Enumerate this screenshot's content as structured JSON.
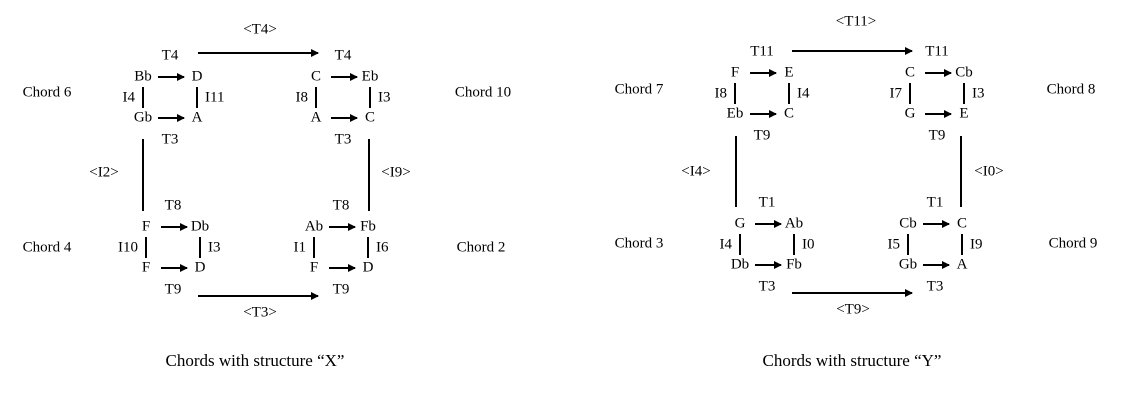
{
  "panels": [
    {
      "caption": "Chords with structure “X”",
      "chords": [
        {
          "name": "Chord 6",
          "tl": "Bb",
          "tr": "D",
          "bl": "Gb",
          "br": "A",
          "top": "T4",
          "bottom": "T3",
          "left": "I4",
          "right": "I11"
        },
        {
          "name": "Chord 10",
          "tl": "C",
          "tr": "Eb",
          "bl": "A",
          "br": "C",
          "top": "T4",
          "bottom": "T3",
          "left": "I8",
          "right": "I3"
        },
        {
          "name": "Chord 4",
          "tl": "F",
          "tr": "Db",
          "bl": "F",
          "br": "D",
          "top": "T8",
          "bottom": "T9",
          "left": "I10",
          "right": "I3"
        },
        {
          "name": "Chord 2",
          "tl": "Ab",
          "tr": "Fb",
          "bl": "F",
          "br": "D",
          "top": "T8",
          "bottom": "T9",
          "left": "I1",
          "right": "I6"
        }
      ],
      "connectors": {
        "top": "<T4>",
        "bottom": "<T3>",
        "left": "<I2>",
        "right": "<I9>"
      }
    },
    {
      "caption": "Chords with structure “Y”",
      "chords": [
        {
          "name": "Chord 7",
          "tl": "F",
          "tr": "E",
          "bl": "Eb",
          "br": "C",
          "top": "T11",
          "bottom": "T9",
          "left": "I8",
          "right": "I4"
        },
        {
          "name": "Chord 8",
          "tl": "C",
          "tr": "Cb",
          "bl": "G",
          "br": "E",
          "top": "T11",
          "bottom": "T9",
          "left": "I7",
          "right": "I3"
        },
        {
          "name": "Chord 3",
          "tl": "G",
          "tr": "Ab",
          "bl": "Db",
          "br": "Fb",
          "top": "T1",
          "bottom": "T3",
          "left": "I4",
          "right": "I0"
        },
        {
          "name": "Chord 9",
          "tl": "Cb",
          "tr": "C",
          "bl": "Gb",
          "br": "A",
          "top": "T1",
          "bottom": "T3",
          "left": "I5",
          "right": "I9"
        }
      ],
      "connectors": {
        "top": "<T11>",
        "bottom": "<T9>",
        "left": "<I4>",
        "right": "<I0>"
      }
    }
  ]
}
